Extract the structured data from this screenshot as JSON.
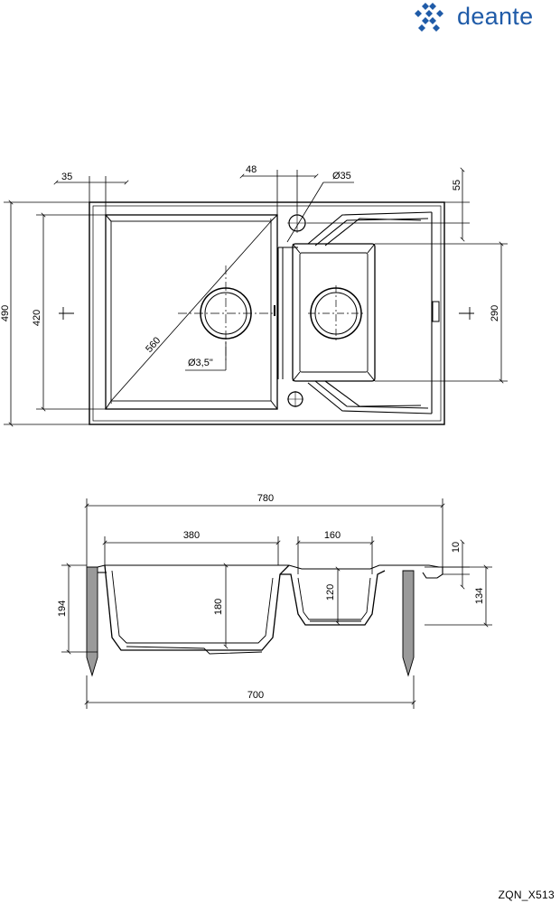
{
  "brand": {
    "name": "deante",
    "color": "#1f5ba8",
    "logo_icon": "deante-diamond-logo-icon"
  },
  "top_view": {
    "dims": {
      "d35": "35",
      "d48": "48",
      "hole": "Ø35",
      "d55": "55",
      "d490": "490",
      "d420": "420",
      "d290": "290",
      "diag": "560",
      "drain": "Ø3,5\""
    }
  },
  "side_view": {
    "dims": {
      "d780": "780",
      "d380": "380",
      "d160": "160",
      "d10": "10",
      "d194": "194",
      "d180": "180",
      "d120": "120",
      "d134": "134",
      "d700": "700"
    }
  },
  "product_code": "ZQN_X513"
}
